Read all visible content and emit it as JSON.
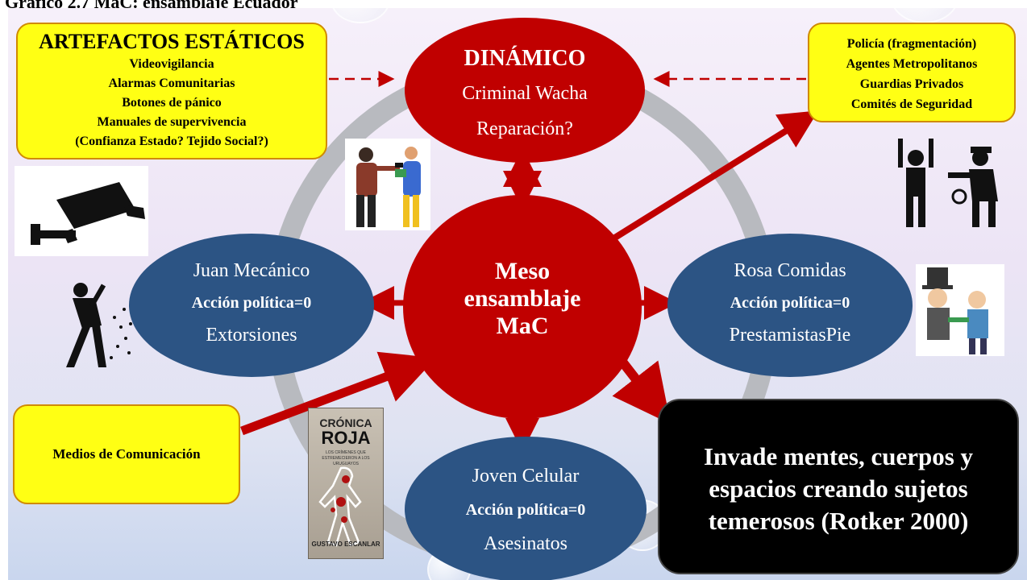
{
  "caption": "Gráfico 2.7 MaC: ensamblaje Ecuador",
  "artefactos": {
    "title": "ARTEFACTOS ESTÁTICOS",
    "items": [
      "Videovigilancia",
      "Alarmas Comunitarias",
      "Botones de pánico",
      "Manuales de supervivencia",
      "(Confianza Estado? Tejido Social?)"
    ]
  },
  "dinamico": {
    "title": "DINÁMICO",
    "line1": "Criminal Wacha",
    "line2": "Reparación?"
  },
  "policia": {
    "items": [
      "Policía (fragmentación)",
      "Agentes Metropolitanos",
      "Guardias Privados",
      "Comités de Seguridad"
    ]
  },
  "meso": {
    "line1": "Meso",
    "line2": "ensamblaje",
    "line3": "MaC"
  },
  "juan": {
    "name": "Juan Mecánico",
    "accion": "Acción política=0",
    "detail": "Extorsiones"
  },
  "rosa": {
    "name": "Rosa Comidas",
    "accion": "Acción política=0",
    "detail": "PrestamistasPie"
  },
  "joven": {
    "name": "Joven Celular",
    "accion": "Acción política=0",
    "detail": "Asesinatos"
  },
  "medios": {
    "label": "Medios de Comunicación"
  },
  "book": {
    "line1": "CRÓNICA",
    "line2": "ROJA",
    "subtitle": "LOS CRÍMENES QUE ESTREMECIERON A LOS URUGUAYOS",
    "author": "GUSTAVO ESCANLAR"
  },
  "invade": {
    "text": "Invade mentes, cuerpos y espacios creando sujetos temerosos (Rotker 2000)"
  },
  "colors": {
    "red": "#c00000",
    "blue": "#2c5484",
    "yellow": "#ffff14",
    "black": "#000000"
  },
  "icons": [
    "cctv-camera-icon",
    "robbery-illustration",
    "arrest-silhouette-icon",
    "fleeing-figure-icon",
    "loan-shark-cartoon"
  ]
}
